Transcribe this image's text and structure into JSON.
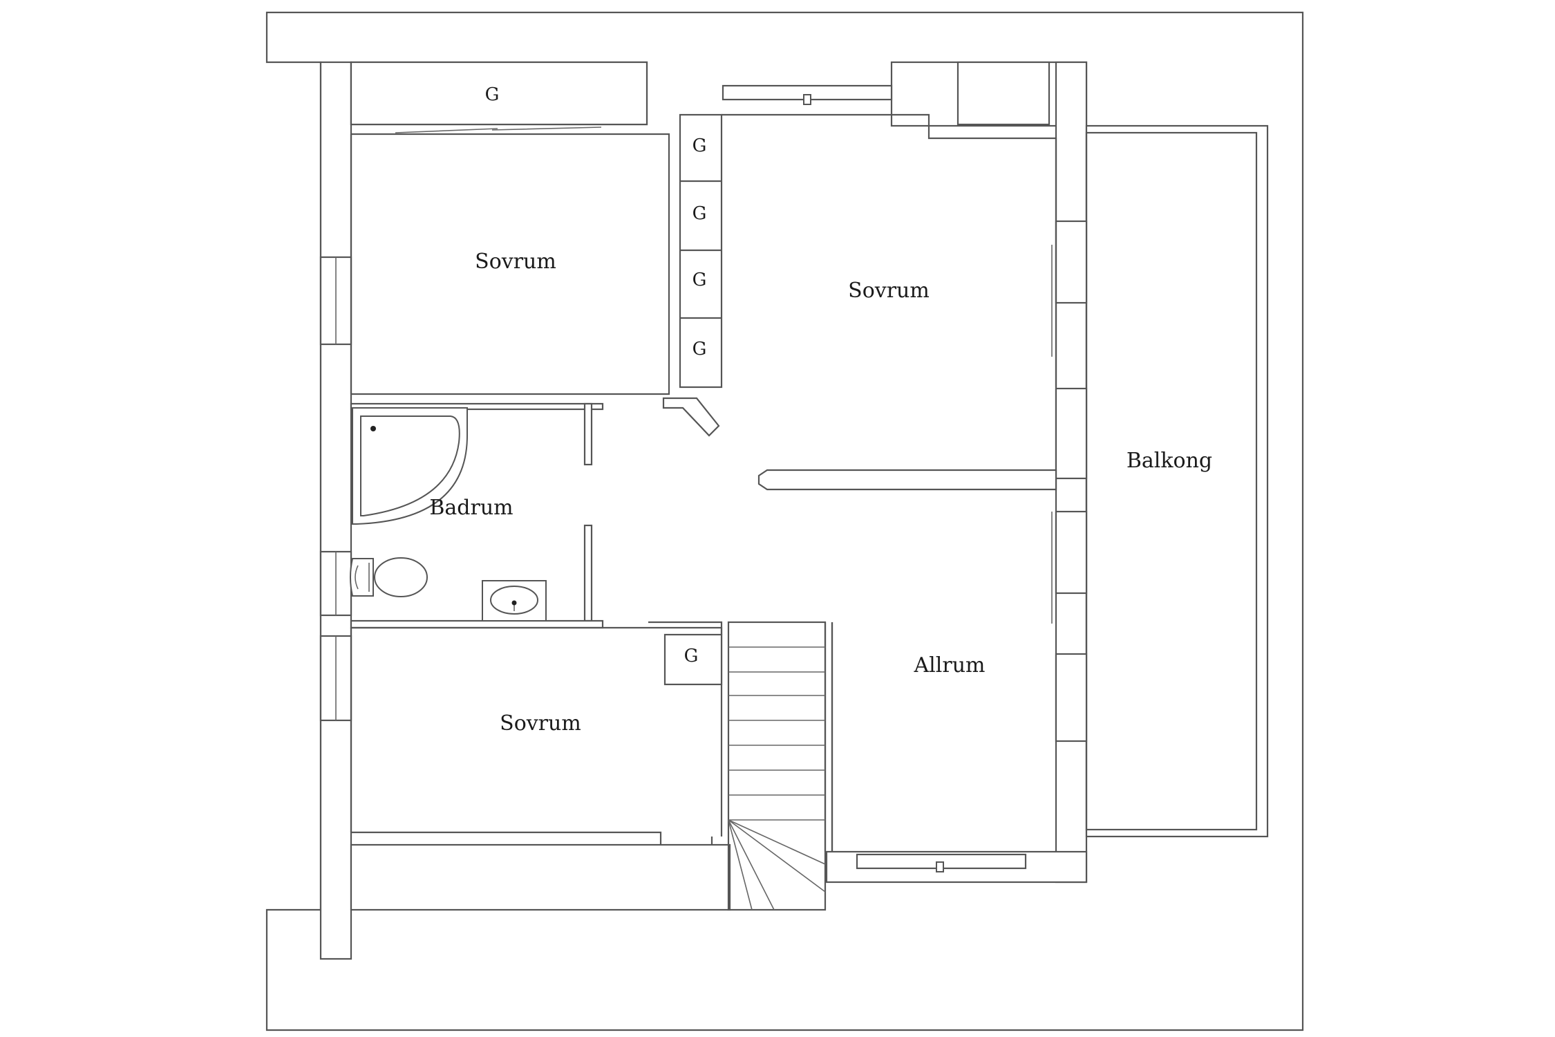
{
  "rooms": {
    "sovrum_top_left": "Sovrum",
    "sovrum_top_right": "Sovrum",
    "sovrum_bottom": "Sovrum",
    "badrum": "Badrum",
    "allrum": "Allrum",
    "balkong": "Balkong"
  },
  "closets": {
    "top": "G",
    "column_1": "G",
    "column_2": "G",
    "column_3": "G",
    "column_4": "G",
    "stair": "G"
  }
}
